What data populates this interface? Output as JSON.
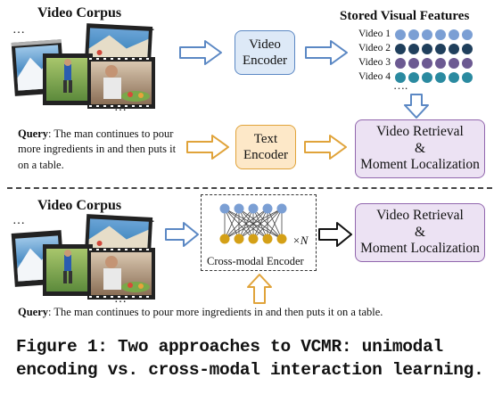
{
  "top": {
    "corpus_title": "Video Corpus",
    "ellipsis": "…",
    "video_encoder": [
      "Video",
      "Encoder"
    ],
    "stored_title": "Stored Visual Features",
    "videos": [
      {
        "label": "Video 1",
        "color": "#7b9fd4"
      },
      {
        "label": "Video 2",
        "color": "#1f3f5c"
      },
      {
        "label": "Video 3",
        "color": "#6c5a92"
      },
      {
        "label": "Video 4",
        "color": "#2a8aa0"
      }
    ],
    "ellipsis_dots": "….",
    "text_encoder": [
      "Text",
      "Encoder"
    ],
    "retrieval": [
      "Video Retrieval",
      "&",
      "Moment Localization"
    ],
    "query_label": "Query",
    "query_text": ": The man continues to pour more ingredients in and then puts it on a table."
  },
  "bottom": {
    "corpus_title": "Video Corpus",
    "cross_modal_label": "Cross-modal Encoder",
    "times_n": "×N",
    "retrieval": [
      "Video Retrieval",
      "&",
      "Moment Localization"
    ],
    "query_label": "Query",
    "query_text": ": The man continues to pour more ingredients in and then puts it on a table."
  },
  "caption": "Figure 1: Two approaches to VCMR: unimodal encoding vs. cross-modal interaction learning.",
  "colors": {
    "blue_arrow": "#5b88c4",
    "orange_arrow": "#e0a33a",
    "purple": "#9166ad",
    "node_blue": "#7b9fd4",
    "node_gold": "#d4a017"
  }
}
